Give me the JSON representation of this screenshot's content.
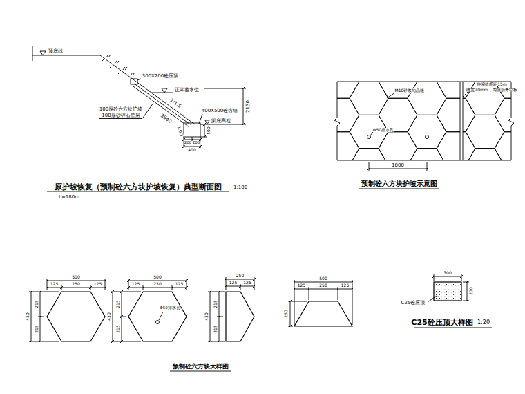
{
  "diagram": {
    "labels": [
      "顶底线",
      "300X200砼压顶",
      "正常蓄水位",
      "1:1.5",
      "3640",
      "100厚砼六方块护坡",
      "100厚砂碎石垫层",
      "400X500砼齿墙",
      "2130",
      "渠底高程",
      "1:0.3",
      "500",
      "200",
      "200",
      "400",
      "原护坡恢复（预制砼六方块护坡恢复）典型断面图",
      "1:100",
      "L=180m",
      "伸缩缝间距15m",
      "缝宽20mm，内填沥青杉板",
      "M10砂浆勾凸缝",
      "Φ50排水孔",
      "1800",
      "预制砼六方块护坡示意图",
      "500",
      "125",
      "250",
      "125",
      "430",
      "215",
      "215",
      "500",
      "125",
      "250",
      "125",
      "430",
      "215",
      "215",
      "Φ50排水孔",
      "250",
      "125",
      "125",
      "430",
      "215",
      "215",
      "500",
      "125",
      "250",
      "125",
      "260",
      "预制砼六方块大样图",
      "300",
      "200",
      "C25砼压顶",
      "C25砼压顶大样图",
      "1:20"
    ]
  }
}
